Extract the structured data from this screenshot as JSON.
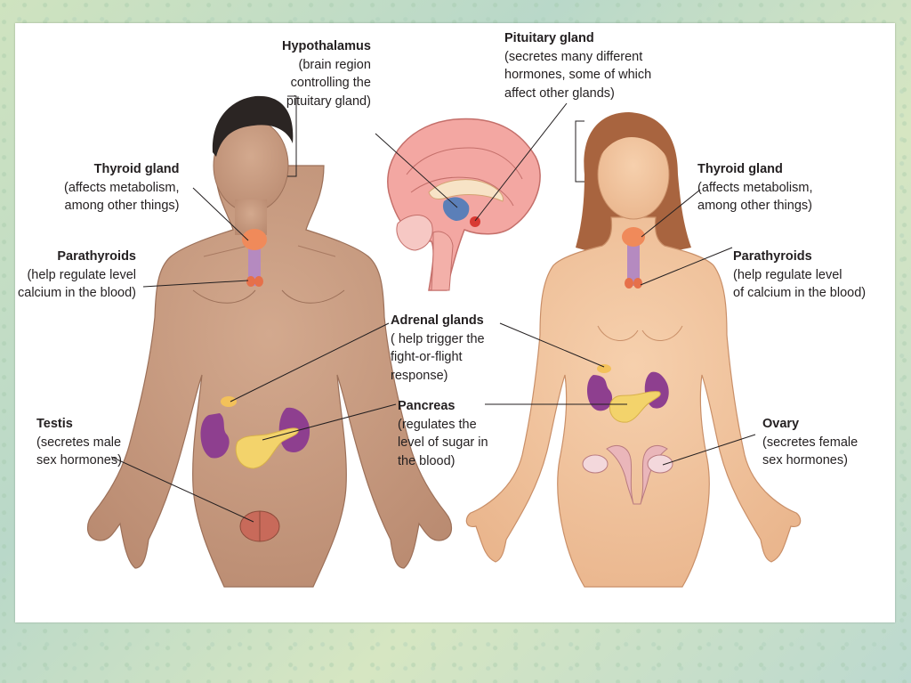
{
  "labels": {
    "hypothalamus": {
      "title": "Hypothalamus",
      "desc": "(brain region\ncontrolling the\npituitary gland)"
    },
    "pituitary": {
      "title": "Pituitary gland",
      "desc": "(secretes many different\nhormones, some of which\naffect other glands)"
    },
    "thyroid_male": {
      "title": "Thyroid gland",
      "desc": "(affects metabolism,\namong other things)"
    },
    "thyroid_female": {
      "title": "Thyroid gland",
      "desc": "(affects metabolism,\namong other things)"
    },
    "parathyroid_male": {
      "title": "Parathyroids",
      "desc": "(help regulate level\ncalcium in the blood)"
    },
    "parathyroid_female": {
      "title": "Parathyroids",
      "desc": "(help regulate level\nof calcium in the blood)"
    },
    "adrenal": {
      "title": "Adrenal glands",
      "desc": "( help trigger the\nfight-or-flight\nresponse)"
    },
    "pancreas": {
      "title": "Pancreas",
      "desc": "(regulates the\nlevel of sugar in\nthe blood)"
    },
    "testis": {
      "title": "Testis",
      "desc": "(secretes male\nsex hormones)"
    },
    "ovary": {
      "title": "Ovary",
      "desc": "(secretes female\nsex hormones)"
    }
  },
  "colors": {
    "male_skin": "#c79a7f",
    "female_skin": "#f0c39c",
    "hair_male": "#2b2523",
    "hair_female": "#a8643f",
    "brain": "#f3a7a2",
    "kidney": "#8e3f8f",
    "pancreas": "#f3d36b",
    "thyroid": "#f08a5a",
    "trachea": "#b58ac0"
  }
}
